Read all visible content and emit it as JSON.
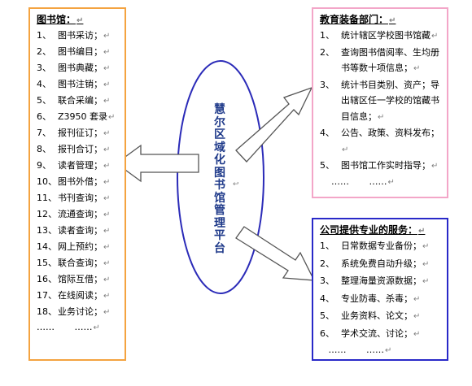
{
  "platform": {
    "label": "慧尔区域化图书馆管理平台"
  },
  "library": {
    "title": "图书馆：",
    "items": [
      {
        "num": "1、",
        "text": "图书采访；"
      },
      {
        "num": "2、",
        "text": "图书编目；"
      },
      {
        "num": "3、",
        "text": "图书典藏；"
      },
      {
        "num": "4、",
        "text": "图书注销；"
      },
      {
        "num": "5、",
        "text": "联合采编；"
      },
      {
        "num": "6、",
        "text": "Z3950 套录"
      },
      {
        "num": "7、",
        "text": "报刊征订；"
      },
      {
        "num": "8、",
        "text": "报刊合订；"
      },
      {
        "num": "9、",
        "text": "读者管理；"
      },
      {
        "num": "10、",
        "text": "图书外借；"
      },
      {
        "num": "11、",
        "text": "书刊查询；"
      },
      {
        "num": "12、",
        "text": "流通查询；"
      },
      {
        "num": "13、",
        "text": "读者查询；"
      },
      {
        "num": "14、",
        "text": "网上预约；"
      },
      {
        "num": "15、",
        "text": "联合查询；"
      },
      {
        "num": "16、",
        "text": "馆际互借；"
      },
      {
        "num": "17、",
        "text": "在线阅读；"
      },
      {
        "num": "18、",
        "text": "业务讨论；"
      }
    ],
    "ellipsis": "……       ……"
  },
  "education": {
    "title": "教育装备部门：",
    "items": [
      {
        "num": "1、",
        "text": "统计辖区学校图书馆藏"
      },
      {
        "num": "2、",
        "text": "查询图书借阅率、生均册书等数十项信息；"
      },
      {
        "num": "3、",
        "text": "统计书目类别、资产；导出辖区任一学校的馆藏书目信息；"
      },
      {
        "num": "4、",
        "text": "公告、政策、资料发布；"
      },
      {
        "num": "5、",
        "text": "图书馆工作实时指导；"
      }
    ],
    "ellipsis": "    ……       ……"
  },
  "company": {
    "title": "公司提供专业的服务：",
    "items": [
      {
        "num": "1、",
        "text": "日常数据专业备份；"
      },
      {
        "num": "2、",
        "text": "系统免费自动升级；"
      },
      {
        "num": "3、",
        "text": "整理海量资源数据；"
      },
      {
        "num": "4、",
        "text": "专业防毒、杀毒；"
      },
      {
        "num": "5、",
        "text": "业务资料、论文；"
      },
      {
        "num": "6、",
        "text": "学术交流、讨论；"
      }
    ],
    "ellipsis": "   ……       ……"
  },
  "marks": {
    "paragraph": "↵",
    "return": "↩"
  },
  "colors": {
    "library_border": "#f4a340",
    "education_border": "#f3a6c8",
    "company_border": "#2929c8",
    "ellipse_stroke": "#2b2bb8",
    "platform_text": "#1f3a8a"
  }
}
